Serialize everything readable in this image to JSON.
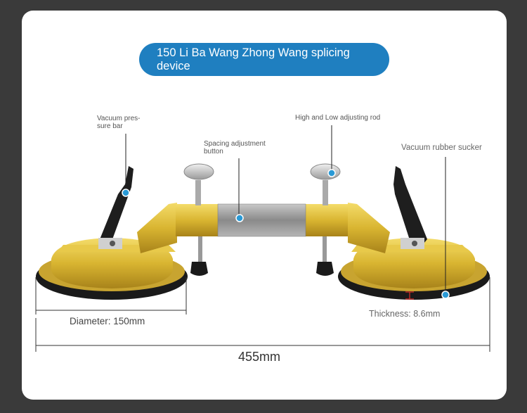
{
  "title": "150 Li Ba Wang Zhong Wang splicing device",
  "labels": {
    "pressure_bar": "Vacuum pres-\nsure bar",
    "adjusting_rod": "High and Low adjusting rod",
    "spacing_button": "Spacing adjustment\nbutton",
    "rubber_sucker": "Vacuum rubber sucker"
  },
  "dimensions": {
    "diameter": "Diameter: 150mm",
    "thickness": "Thickness: 8.6mm",
    "total_length": "455mm"
  },
  "colors": {
    "background": "#3a3a3a",
    "card": "#ffffff",
    "title_pill": "#1f7fc0",
    "callout_dot": "#2a9ad6",
    "gold_body": "#d9b531",
    "rubber": "#1a1a1a",
    "thickness_marker": "#e0302a"
  }
}
